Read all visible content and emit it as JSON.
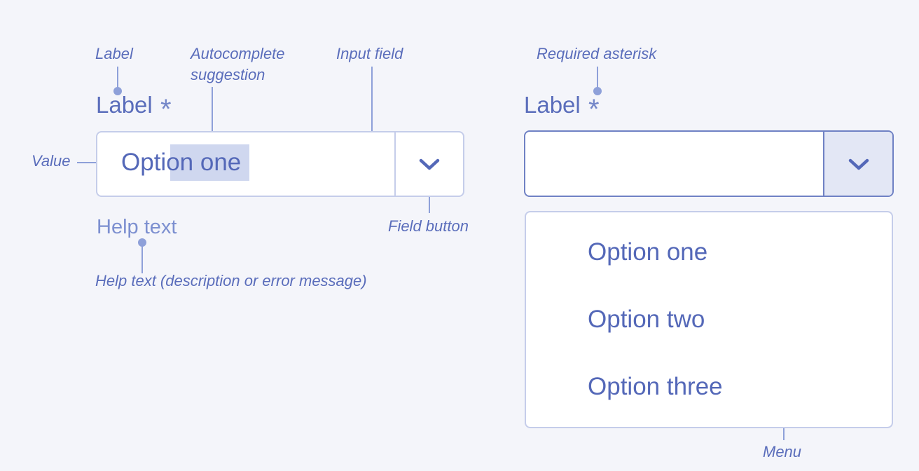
{
  "annotations": {
    "label": "Label",
    "autocomplete_line1": "Autocomplete",
    "autocomplete_line2": "suggestion",
    "input_field": "Input field",
    "required_asterisk": "Required asterisk",
    "value": "Value",
    "field_button": "Field button",
    "help_text": "Help text (description or error message)",
    "menu": "Menu"
  },
  "combobox_left": {
    "label": "Label",
    "asterisk": "*",
    "value_prefix": "Opti",
    "value_suggestion": "on one",
    "help_text": "Help text",
    "button_icon": "chevron-down-icon"
  },
  "combobox_right": {
    "label": "Label",
    "asterisk": "*",
    "value": "",
    "button_icon": "chevron-down-icon",
    "menu_items": [
      "Option one",
      "Option two",
      "Option three"
    ]
  },
  "colors": {
    "background": "#f4f5fa",
    "accent": "#5468b8",
    "border": "#c5cdea",
    "focused_border": "#6f81c4",
    "highlight": "#cfd7ef",
    "annotation": "#5a6dbb"
  }
}
